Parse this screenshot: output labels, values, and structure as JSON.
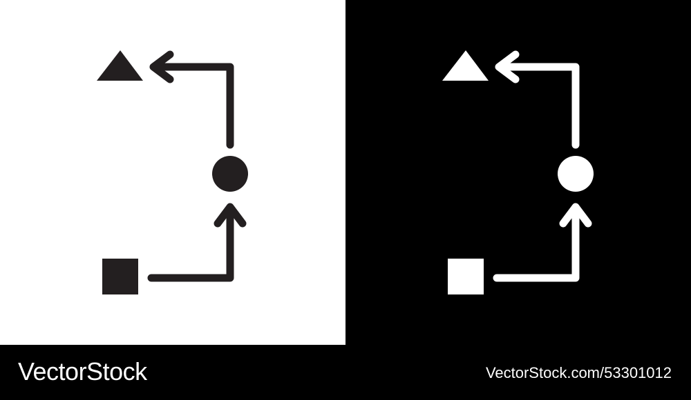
{
  "footer": {
    "brand": "VectorStock",
    "image_id": "VectorStock.com/53301012"
  },
  "colors": {
    "light_panel_bg": "#ffffff",
    "light_icon": "#231f20",
    "dark_panel_bg": "#000000",
    "dark_icon": "#ffffff",
    "footer_bg": "#000000",
    "footer_text": "#ffffff"
  },
  "icons": {
    "left": "workflow-icon-dark-on-light",
    "right": "workflow-icon-light-on-dark",
    "shapes": [
      "square-node",
      "circle-node",
      "triangle-node",
      "arrow-right-up",
      "arrow-up-left"
    ]
  }
}
